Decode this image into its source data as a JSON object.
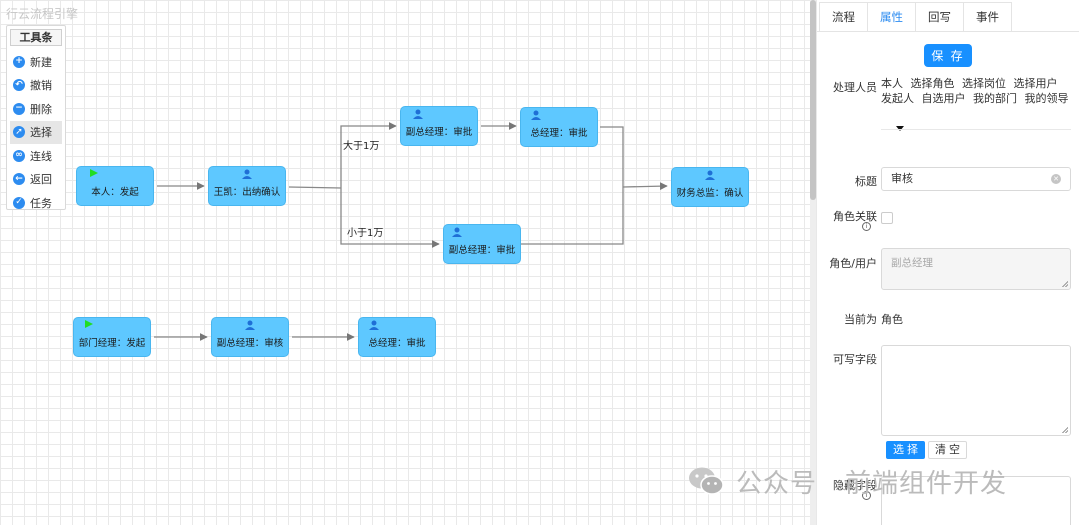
{
  "app": {
    "title": "行云流程引擎"
  },
  "toolbar": {
    "title": "工具条",
    "tools": [
      {
        "label": "新建",
        "icon": "plus-icon",
        "active": false
      },
      {
        "label": "撤销",
        "icon": "undo-icon",
        "active": false
      },
      {
        "label": "删除",
        "icon": "minus-icon",
        "active": false
      },
      {
        "label": "选择",
        "icon": "pointer-icon",
        "active": true
      },
      {
        "label": "连线",
        "icon": "link-icon",
        "active": false
      },
      {
        "label": "返回",
        "icon": "back-icon",
        "active": false
      },
      {
        "label": "任务",
        "icon": "check-icon",
        "active": false
      }
    ]
  },
  "flow": {
    "nodes": {
      "n1": "本人：发起",
      "n2": "王凯：出纳确认",
      "n3": "副总经理：审批",
      "n4": "总经理：审批",
      "n5": "财务总监：确认",
      "n6": "副总经理：审批",
      "n7": "部门经理：发起",
      "n8": "副总经理：审核",
      "n9": "总经理：审批"
    },
    "edge_labels": {
      "gt": "大于1万",
      "lt": "小于1万"
    }
  },
  "panel": {
    "tabs": [
      "流程",
      "属性",
      "回写",
      "事件"
    ],
    "active_tab": "属性",
    "save_label": "保 存",
    "handler": {
      "label": "处理人员",
      "options": [
        "本人",
        "选择角色",
        "选择岗位",
        "选择用户",
        "发起人",
        "自选用户",
        "我的部门",
        "我的领导"
      ]
    },
    "title_field": {
      "label": "标题",
      "value": "审核"
    },
    "role_link": {
      "label": "角色关联"
    },
    "role_user": {
      "label": "角色/用户",
      "placeholder": "副总经理"
    },
    "current": {
      "label": "当前为",
      "value": "角色"
    },
    "writable": {
      "label": "可写字段",
      "select_label": "选 择",
      "clear_label": "清 空"
    },
    "hidden": {
      "label": "隐藏字段"
    }
  },
  "watermark": {
    "left": "公众号",
    "right": "前端组件开发"
  },
  "colors": {
    "node_fill": "#5ec8ff",
    "primary": "#1890ff",
    "start_flag": "#22dd22",
    "user_icon": "#1f6fd6"
  }
}
